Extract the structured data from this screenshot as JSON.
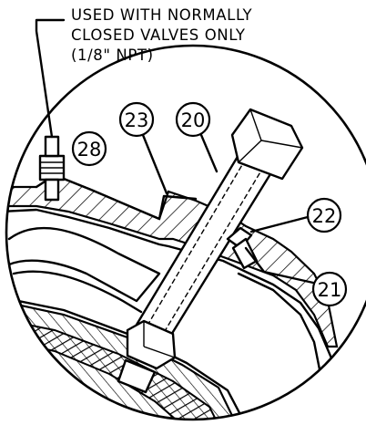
{
  "note": {
    "lines": [
      "USED WITH NORMALLY",
      "CLOSED VALVES ONLY",
      "(1/8\" NPT)"
    ]
  },
  "callouts": {
    "c28": "28",
    "c23": "23",
    "c20": "20",
    "c22": "22",
    "c21": "21"
  },
  "colors": {
    "ink": "#000000",
    "paper": "#ffffff"
  }
}
